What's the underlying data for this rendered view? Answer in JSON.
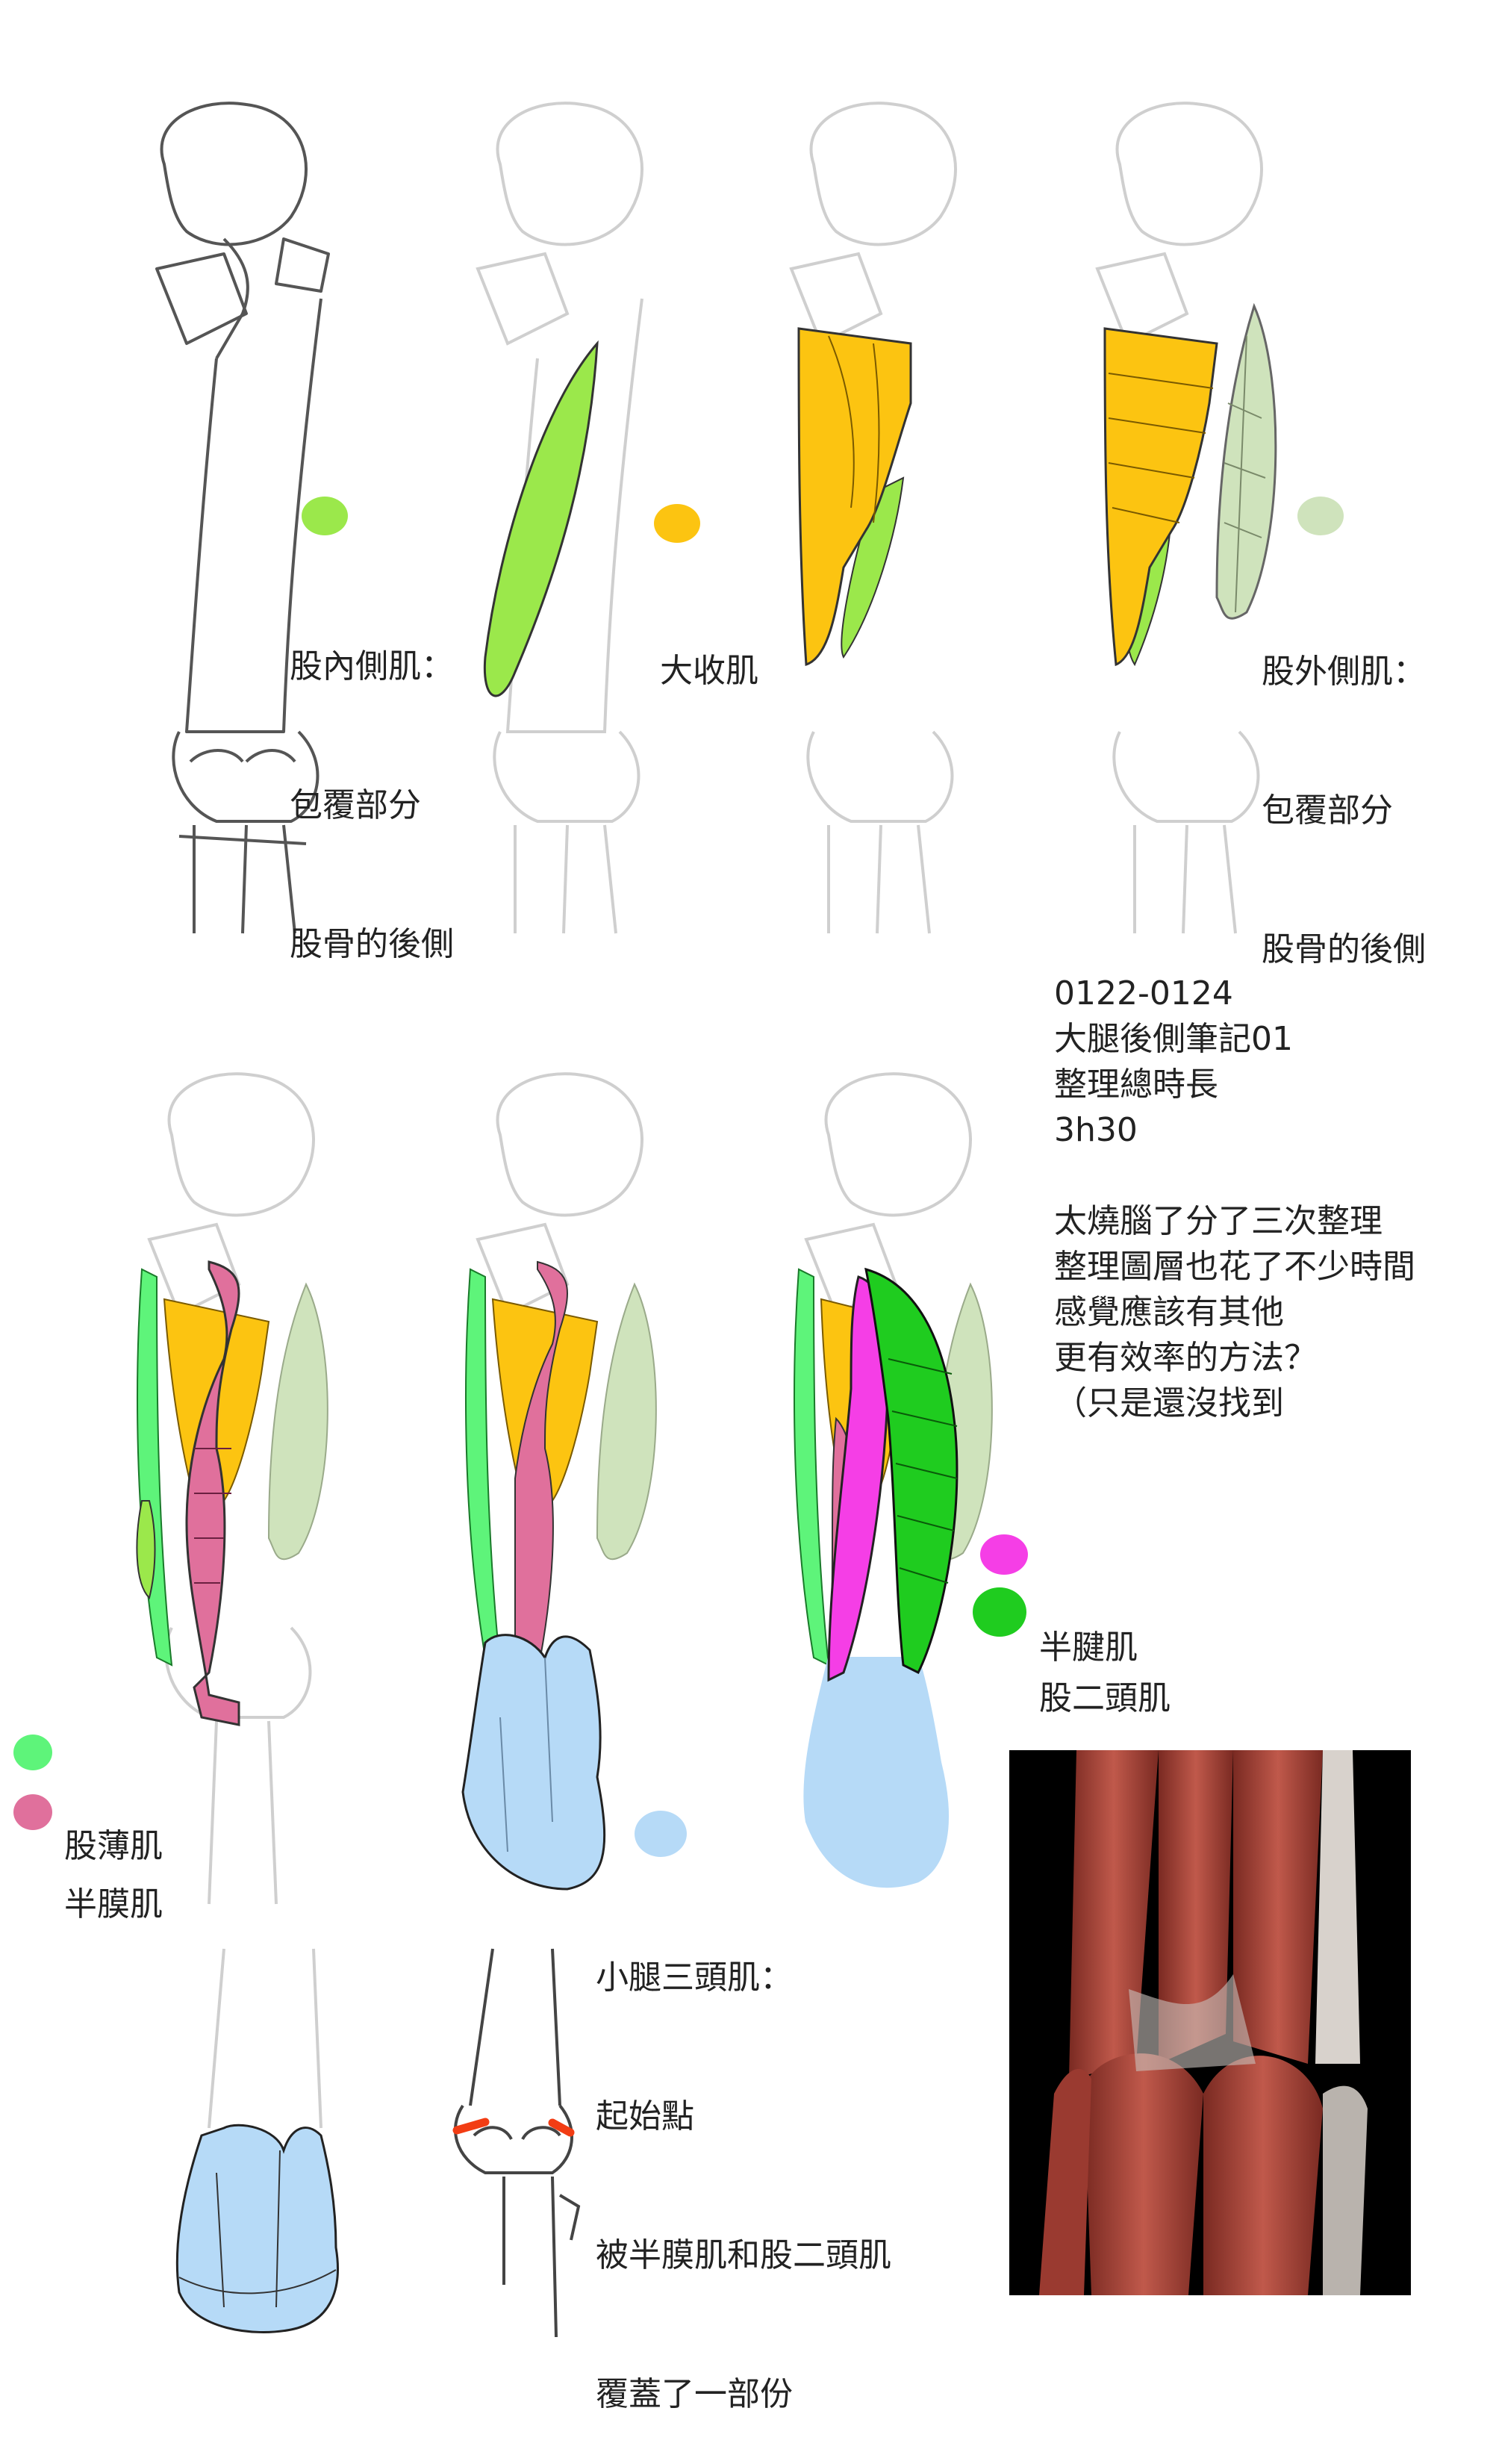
{
  "colors": {
    "vastus_medialis": "#9be84b",
    "adductor_magnus": "#fcc411",
    "vastus_lateralis": "#cfe3bc",
    "gracilis": "#5ef47a",
    "semimembranosus": "#e0709c",
    "semitendinosus": "#f53ee6",
    "biceps_femoris": "#1fcc1f",
    "triceps_surae": "#b6daf7",
    "bone_line": "#555555",
    "faded_bone": "#cfcfcf",
    "origin_mark": "#f23d14"
  },
  "labels": {
    "vastus_medialis": [
      "股內側肌：",
      "包覆部分",
      "股骨的後側"
    ],
    "adductor_magnus": [
      "大收肌"
    ],
    "vastus_lateralis": [
      "股外側肌：",
      "包覆部分",
      "股骨的後側"
    ],
    "gracilis": "股薄肌",
    "semimembranosus": "半膜肌",
    "semitendinosus": "半腱肌",
    "biceps_femoris": "股二頭肌",
    "triceps_surae": [
      "小腿三頭肌：",
      "起始點",
      "被半膜肌和股二頭肌",
      "覆蓋了一部份"
    ]
  },
  "note": {
    "lines": [
      "0122-0124",
      "大腿後側筆記01",
      "整理總時長",
      "3h30",
      "",
      "太燒腦了分了三次整理",
      "整理圖層也花了不少時間",
      "感覺應該有其他",
      "更有效率的方法？",
      "（只是還沒找到"
    ]
  }
}
